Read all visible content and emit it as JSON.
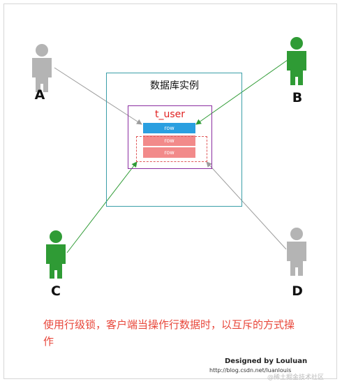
{
  "diagram": {
    "instance_label": "数据库实例",
    "table_name": "t_user",
    "rows": [
      "row",
      "row",
      "row"
    ],
    "clients": [
      {
        "label": "A",
        "status": "waiting",
        "color": "#b4b4b4"
      },
      {
        "label": "B",
        "status": "operating",
        "color": "#2f9b35"
      },
      {
        "label": "C",
        "status": "operating",
        "color": "#2f9b35"
      },
      {
        "label": "D",
        "status": "waiting",
        "color": "#b4b4b4"
      }
    ],
    "caption": "使用行级锁，客户端当操作行数据时，以互斥的方式操作",
    "credit": "Designed by Louluan",
    "credit_url": "http://blog.csdn.net/luanlouis",
    "watermark": "@稀土掘金技术社区",
    "colors": {
      "instance_border": "#3a9ea8",
      "table_border": "#8a2da0",
      "row_active": "#2a9fe0",
      "row_locked": "#f28a8a",
      "active_person": "#2f9b35",
      "idle_person": "#b4b4b4",
      "caption": "#e8473b"
    }
  }
}
